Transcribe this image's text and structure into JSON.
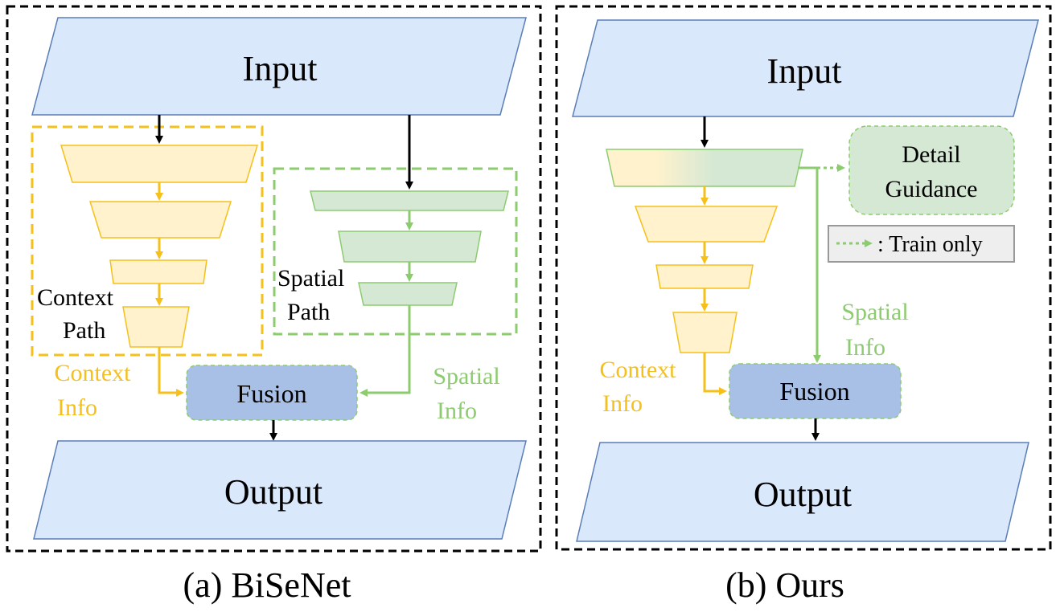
{
  "colors": {
    "input_fill": "#dae8fc",
    "input_stroke": "#5a7eb5",
    "context": "#f5c01a",
    "context_fill": "#fff2cc",
    "spatial": "#8ccb6e",
    "spatial_fill": "#d5e8d4",
    "fusion_fill": "#a9c0e6",
    "arrow_black": "#000000",
    "legend_fill": "#eeeeee",
    "legend_stroke": "#999999"
  },
  "left_panel": {
    "input_label": "Input",
    "output_label": "Output",
    "context_path_label_1": "Context",
    "context_path_label_2": "Path",
    "spatial_path_label_1": "Spatial",
    "spatial_path_label_2": "Path",
    "context_info_label_1": "Context",
    "context_info_label_2": "Info",
    "spatial_info_label_1": "Spatial",
    "spatial_info_label_2": "Info",
    "fusion_label": "Fusion",
    "caption": "(a) BiSeNet"
  },
  "right_panel": {
    "input_label": "Input",
    "output_label": "Output",
    "detail_label_1": "Detail",
    "detail_label_2": "Guidance",
    "legend_label": ": Train only",
    "spatial_info_label_1": "Spatial",
    "spatial_info_label_2": "Info",
    "context_info_label_1": "Context",
    "context_info_label_2": "Info",
    "fusion_label": "Fusion",
    "caption": "(b) Ours"
  }
}
